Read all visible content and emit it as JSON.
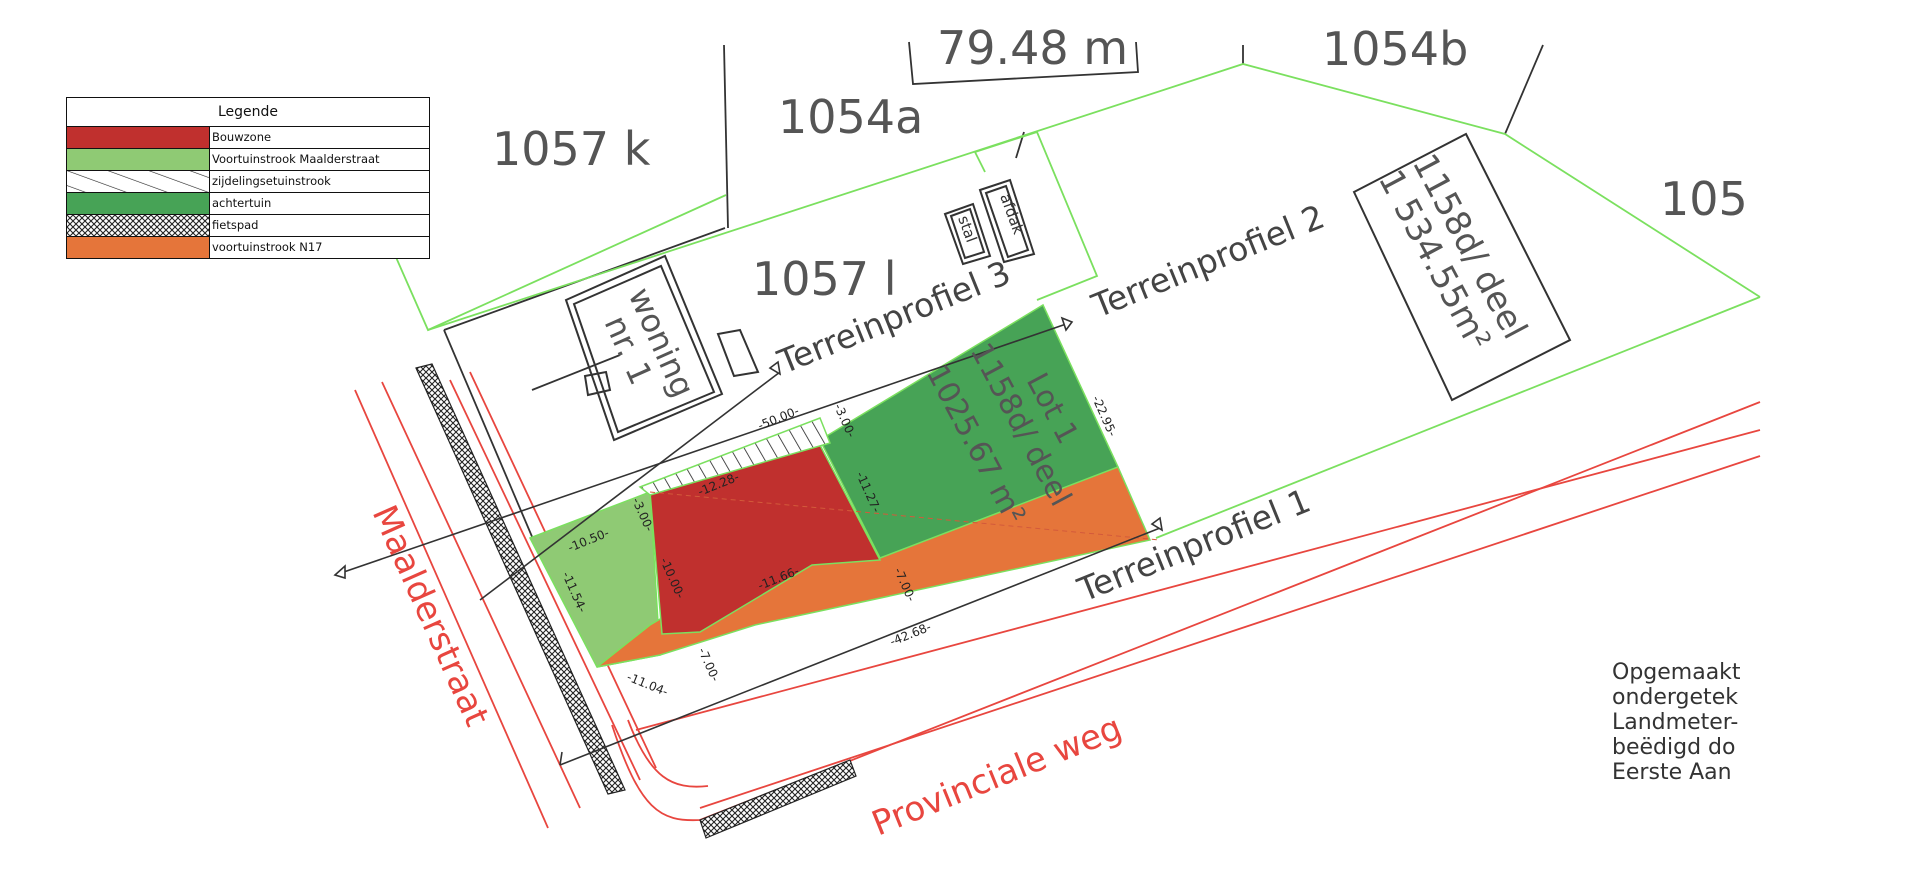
{
  "legend": {
    "title": "Legende",
    "items": [
      {
        "label": "Bouwzone",
        "pattern": "solid",
        "color": "#c0302e"
      },
      {
        "label": "Voortuinstrook Maalderstraat",
        "pattern": "solid",
        "color": "#8fca74"
      },
      {
        "label": "zijdelingsetuinstrook",
        "pattern": "hatch",
        "color": "#ffffff"
      },
      {
        "label": "achtertuin",
        "pattern": "solid",
        "color": "#47a356"
      },
      {
        "label": "fietspad",
        "pattern": "crosshatch",
        "color": "#ffffff"
      },
      {
        "label": "voortuinstrook N17",
        "pattern": "solid",
        "color": "#e5753a"
      }
    ]
  },
  "parcels": {
    "p1057k": "1057 k",
    "p1054a": "1054a",
    "p1054b": "1054b",
    "p1057l": "1057 l",
    "p105": "105",
    "area_top": "79.48 m",
    "p1158d_line1": "1158d/ deel",
    "p1158d_line2": "1 534.55m²"
  },
  "lot": {
    "line1": "Lot 1",
    "line2": "1158d/ deel",
    "line3": "1025.67 m²"
  },
  "buildings": {
    "house_line1": "woning",
    "house_line2": "nr. 1",
    "stal": "stal",
    "afdak": "afdak"
  },
  "profiles": {
    "p1": "Terreinprofiel 1",
    "p2": "Terreinprofiel 2",
    "p3": "Terreinprofiel 3"
  },
  "roads": {
    "maalderstraat": "Maalderstraat",
    "provinciale": "Provinciale weg"
  },
  "dimensions": {
    "d50": "-50.00-",
    "d3a": "-3.00-",
    "d3b": "-3.00-",
    "d2295": "-22.95-",
    "d1127": "-11.27-",
    "d1050": "-10.50-",
    "d1000": "-10.00-",
    "d1154": "-11.54-",
    "d1166": "-11.66-",
    "d700a": "-7.00-",
    "d700b": "-7.00-",
    "d4268": "-42.68-",
    "d1104": "-11.04-",
    "d1228": "-12.28-"
  },
  "note": {
    "lines": [
      "Opgemaakt",
      "ondergetek",
      "Landmeter-",
      "beëdigd do",
      "Eerste Aan"
    ]
  },
  "colors": {
    "bouwzone": "#c0302e",
    "voortuin_maalder": "#8fca74",
    "achtertuin": "#47a356",
    "voortuin_n17": "#e5753a",
    "parcel_line": "#7be05f",
    "road_line": "#e8463f"
  }
}
